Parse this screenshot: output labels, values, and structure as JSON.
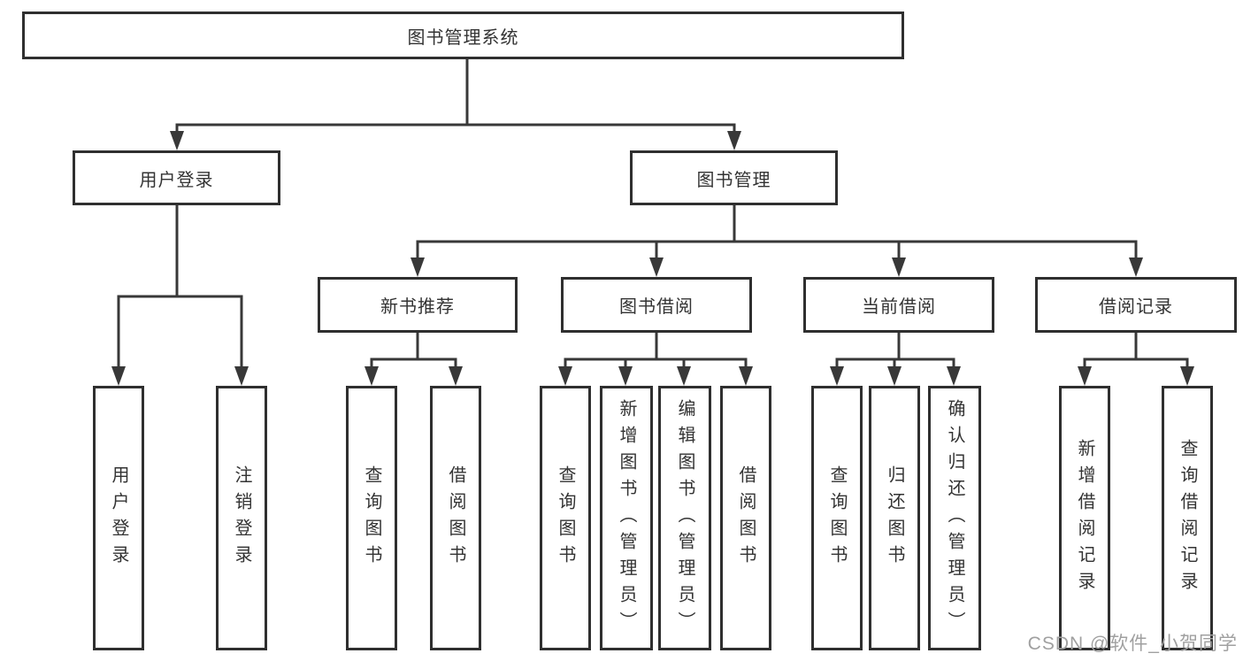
{
  "diagram_type": "hierarchy-diagram",
  "colors": {
    "line": "#383838",
    "box_border": "#2f2f2f",
    "text": "#333333",
    "watermark_text": "#a0a0a0",
    "background": "#ffffff"
  },
  "tree": {
    "label": "图书管理系统",
    "children": [
      {
        "label": "用户登录",
        "children": [
          {
            "label": "用户登录"
          },
          {
            "label": "注销登录"
          }
        ]
      },
      {
        "label": "图书管理",
        "children": [
          {
            "label": "新书推荐",
            "children": [
              {
                "label": "查询图书"
              },
              {
                "label": "借阅图书"
              }
            ]
          },
          {
            "label": "图书借阅",
            "children": [
              {
                "label": "查询图书"
              },
              {
                "label": "新增图书（管理员）"
              },
              {
                "label": "编辑图书（管理员）"
              },
              {
                "label": "借阅图书"
              }
            ]
          },
          {
            "label": "当前借阅",
            "children": [
              {
                "label": "查询图书"
              },
              {
                "label": "归还图书"
              },
              {
                "label": "确认归还（管理员）"
              }
            ]
          },
          {
            "label": "借阅记录",
            "children": [
              {
                "label": "新增借阅记录"
              },
              {
                "label": "查询借阅记录"
              }
            ]
          }
        ]
      }
    ]
  },
  "watermark": {
    "text": "CSDN @软件_小贺同学"
  }
}
